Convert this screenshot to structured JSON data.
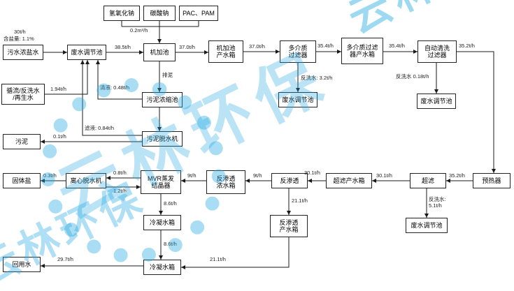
{
  "watermark": {
    "brand": "云林环保",
    "color": "#29abe2"
  },
  "boxes": {
    "naoh": "氢氧化钠",
    "soda": "碳酸钠",
    "pac_pam": "PAC、PAM",
    "raw_water": "污水浓盐水",
    "adjust1": "废水调节池",
    "jijia": "机加池",
    "jijia_tank": "机加池\n产水箱",
    "mmf": "多介质\n过滤器",
    "mmf_tank": "多介质过滤\n器产水箱",
    "auto_filter": "自动清洗\n过滤器",
    "adjust2": "废水调节池",
    "adjust3": "废水调节池",
    "recycle_in": "循流/反洗水\n/再生水",
    "thickener": "污泥浓缩池",
    "dewaterer": "污泥脱水机",
    "sludge": "污泥",
    "solid_salt": "固体盐",
    "centrifuge": "离心脱水机",
    "mvr": "MVR蒸发\n结晶器",
    "ro_conc_tank": "反渗透\n浓水箱",
    "ro": "反渗透",
    "uf_tank": "超滤产水箱",
    "uf": "超滤",
    "preheater": "预热器",
    "adjust4": "废水调节池",
    "ro_prod_tank": "反渗透\n产水箱",
    "cond_tank1": "冷凝水箱",
    "cond_tank2": "冷凝水箱",
    "reuse_water": "回用水"
  },
  "flows": {
    "raw_rate": "30t/h",
    "raw_salinity": "含盐量: 1.1%",
    "chem_dose": "0.2m³/h",
    "adj_to_jijia": "38.5t/h",
    "jijia_to_tank": "37.0t/h",
    "tank_to_mmf": "37.0t/h",
    "mmf_to_tank": "35.4t/h",
    "tank_to_autof": "35.4t/h",
    "autof_to_preheater": "35.2t/h",
    "recycle_rate": "1.94t/h",
    "jijia_sludge": "排泥",
    "thickener_return": "清液: 0.48t/h",
    "dewater_return": "滤液: 0.84t/h",
    "sludge_out": "0.1t/h",
    "mmf_backwash": "反洗水: 3.2t/h",
    "autof_backwash": "反洗水 0.18t/h",
    "preheater_to_uf": "35.2t/h",
    "uf_to_tank": "30.1t/h",
    "uftank_to_ro": "30.1t/h",
    "ro_to_conc": "9t/h",
    "conc_to_mvr": "9t/h",
    "mvr_to_centrifuge": "0.8t/h",
    "centrifuge_return": "1.2t/h",
    "salt_out": "0.3t/h",
    "uf_backwash": "反洗水:\n5.1t/h",
    "ro_to_prod": "21.1t/h",
    "mvr_cond": "8.6t/h",
    "cond1_to_2": "8.6t/h",
    "prod_to_cond2": "21.1t/h",
    "reuse_rate": "29.7t/h"
  }
}
